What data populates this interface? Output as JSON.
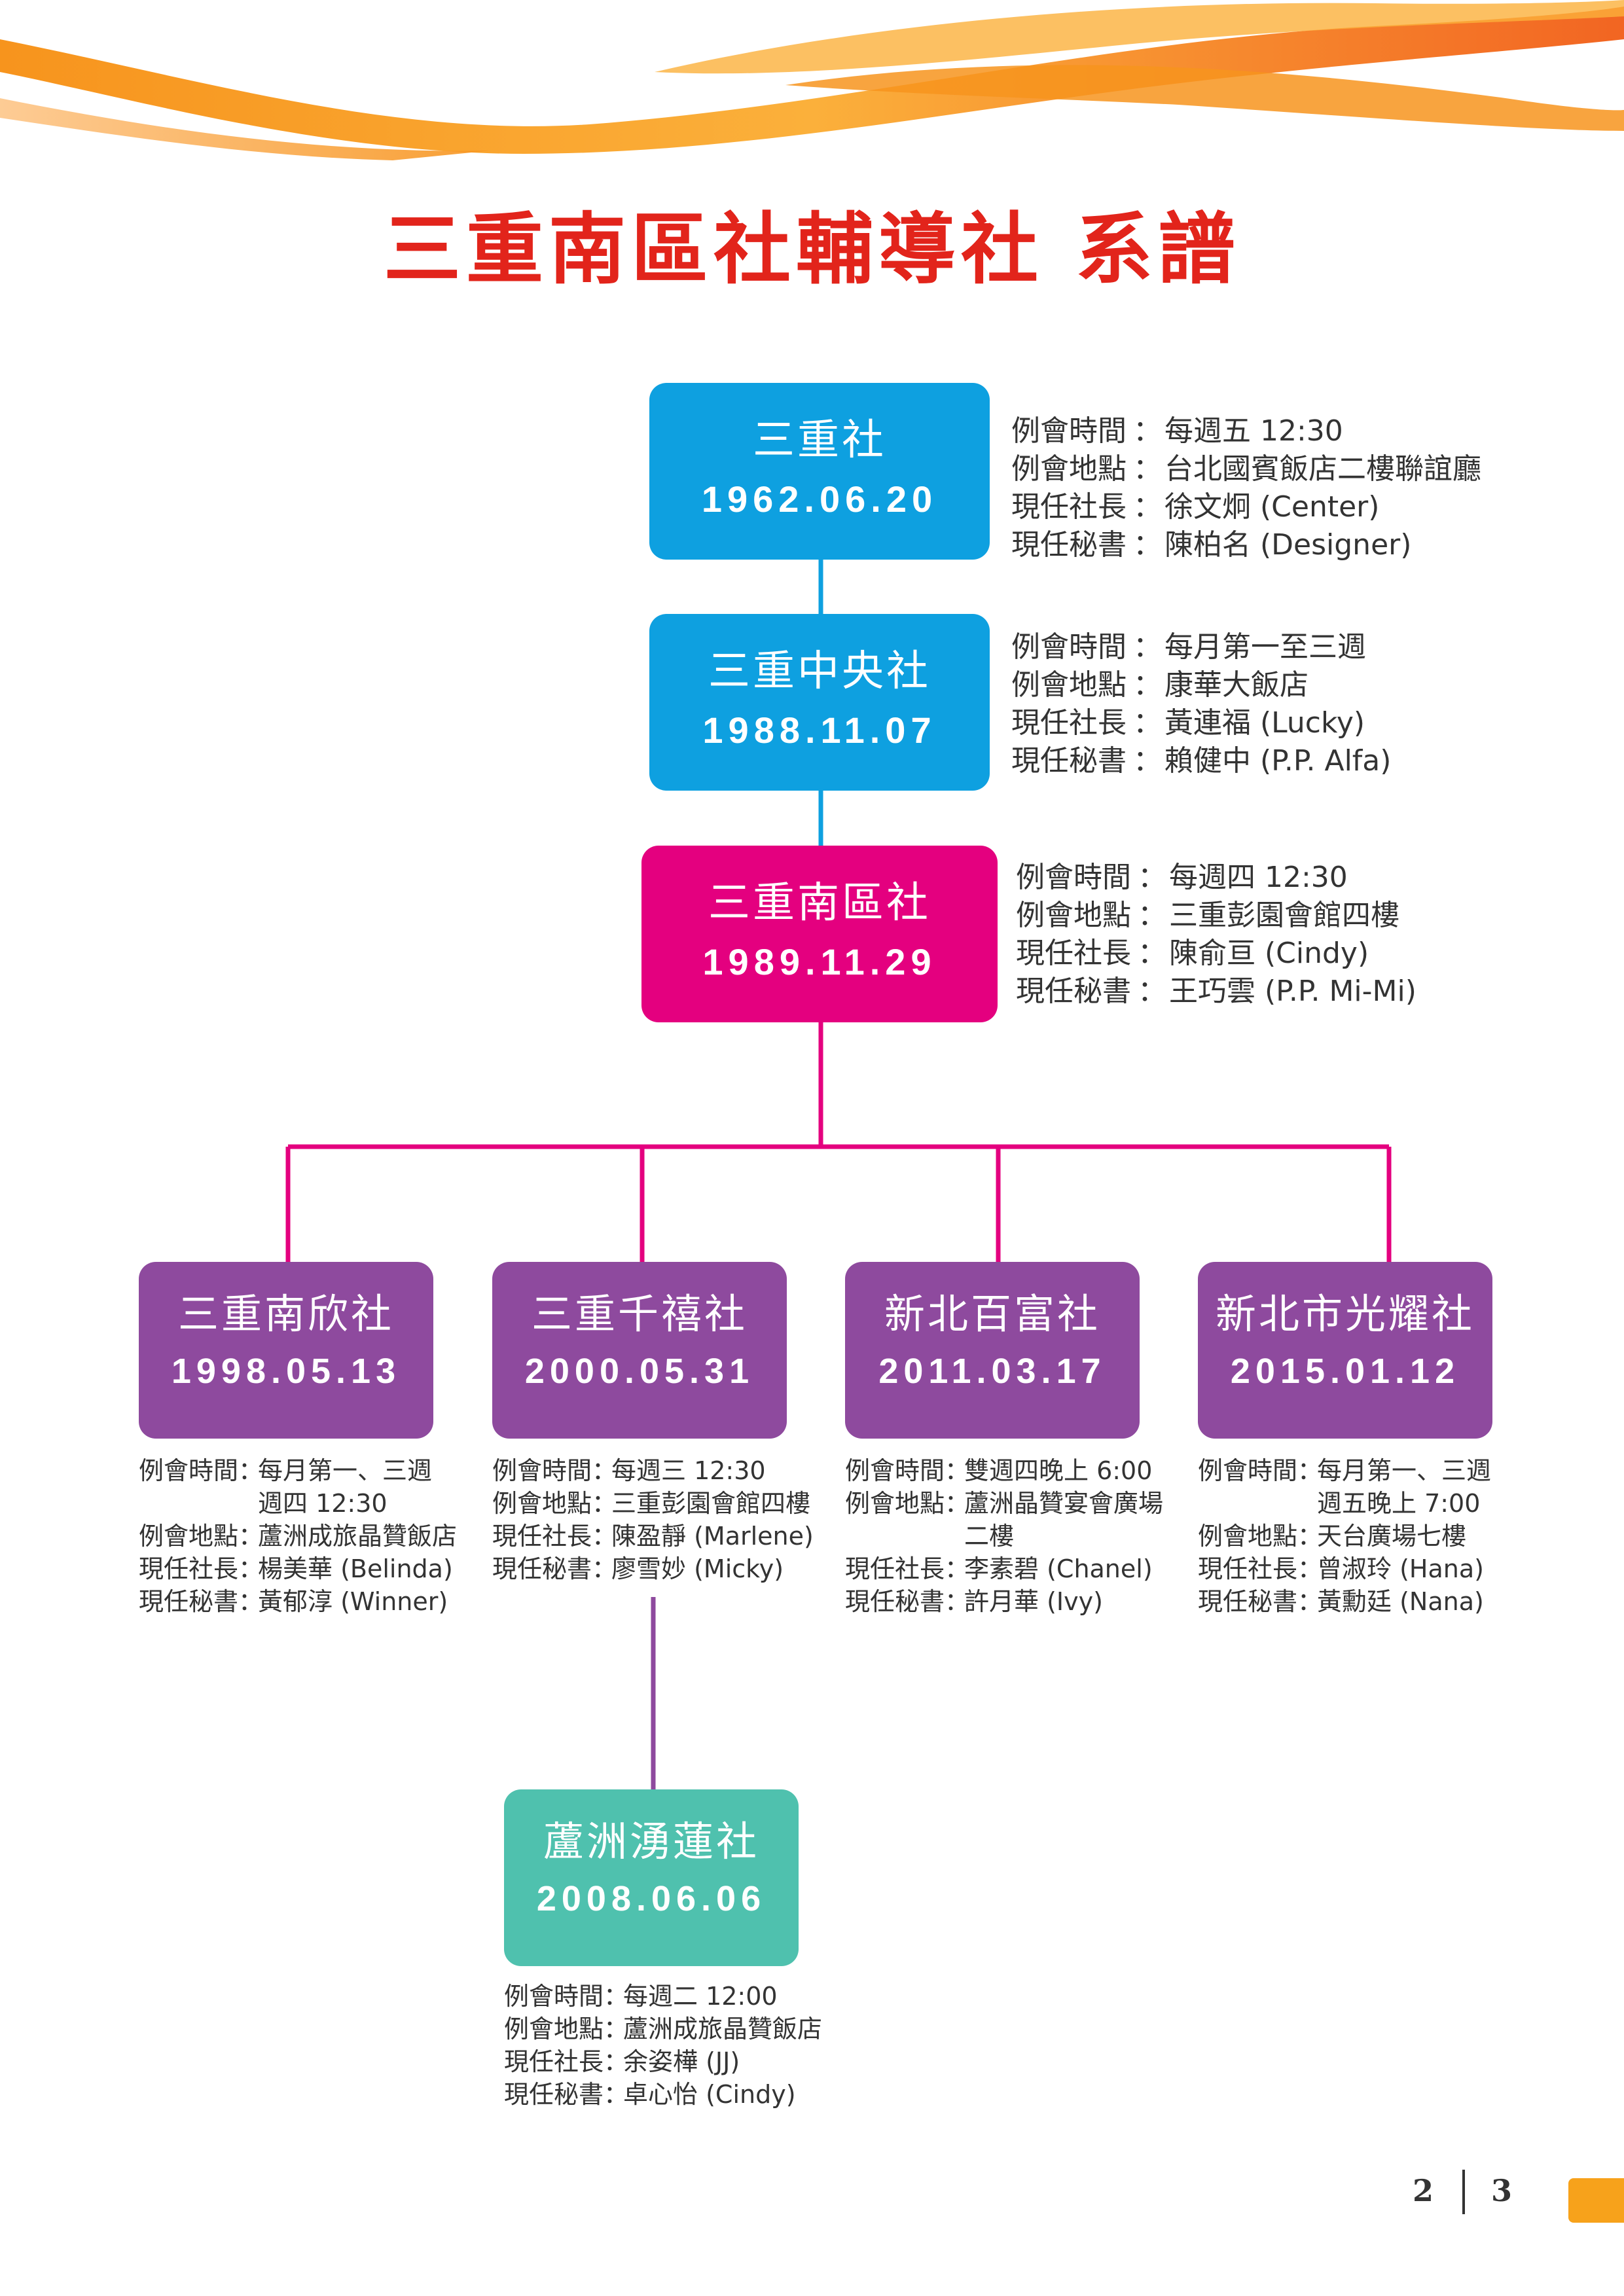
{
  "colors": {
    "title": "#e2241b",
    "root_nodes": "#0ea0e0",
    "current_club": "#e4007f",
    "sponsored_clubs": "#8e4a9e",
    "grandchild_club": "#4fc1ae",
    "wave_orange": "#f7941d"
  },
  "title": "三重南區社輔導社 系譜",
  "lineage": [
    {
      "name": "三重社",
      "date": "1962.06.20",
      "info": [
        {
          "label": "例會時間",
          "value": "每週五 12:30"
        },
        {
          "label": "例會地點",
          "value": "台北國賓飯店二樓聯誼廳"
        },
        {
          "label": "現任社長",
          "value": "徐文炯 (Center)"
        },
        {
          "label": "現任秘書",
          "value": "陳柏名 (Designer)"
        }
      ]
    },
    {
      "name": "三重中央社",
      "date": "1988.11.07",
      "info": [
        {
          "label": "例會時間",
          "value": "每月第一至三週"
        },
        {
          "label": "例會地點",
          "value": "康華大飯店"
        },
        {
          "label": "現任社長",
          "value": "黃連福 (Lucky)"
        },
        {
          "label": "現任秘書",
          "value": "賴健中 (P.P. Alfa)"
        }
      ]
    },
    {
      "name": "三重南區社",
      "date": "1989.11.29",
      "info": [
        {
          "label": "例會時間",
          "value": "每週四 12:30"
        },
        {
          "label": "例會地點",
          "value": "三重彭園會館四樓"
        },
        {
          "label": "現任社長",
          "value": "陳俞亘 (Cindy)"
        },
        {
          "label": "現任秘書",
          "value": "王巧雲 (P.P. Mi-Mi)"
        }
      ]
    }
  ],
  "children": [
    {
      "name": "三重南欣社",
      "date": "1998.05.13",
      "info": [
        {
          "label": "例會時間",
          "value": "每月第一、三週",
          "cont": "週四 12:30"
        },
        {
          "label": "例會地點",
          "value": "蘆洲成旅晶贊飯店"
        },
        {
          "label": "現任社長",
          "value": "楊美華 (Belinda)"
        },
        {
          "label": "現任秘書",
          "value": "黃郁淳 (Winner)"
        }
      ]
    },
    {
      "name": "三重千禧社",
      "date": "2000.05.31",
      "info": [
        {
          "label": "例會時間",
          "value": "每週三 12:30"
        },
        {
          "label": "例會地點",
          "value": "三重彭園會館四樓"
        },
        {
          "label": "現任社長",
          "value": "陳盈靜 (Marlene)"
        },
        {
          "label": "現任秘書",
          "value": "廖雪妙 (Micky)"
        }
      ]
    },
    {
      "name": "新北百富社",
      "date": "2011.03.17",
      "info": [
        {
          "label": "例會時間",
          "value": "雙週四晚上 6:00"
        },
        {
          "label": "例會地點",
          "value": "蘆洲晶贊宴會廣場",
          "cont": "二樓"
        },
        {
          "label": "現任社長",
          "value": "李素碧 (Chanel)"
        },
        {
          "label": "現任秘書",
          "value": "許月華 (Ivy)"
        }
      ]
    },
    {
      "name": "新北市光耀社",
      "date": "2015.01.12",
      "info": [
        {
          "label": "例會時間",
          "value": "每月第一、三週",
          "cont": "週五晚上 7:00"
        },
        {
          "label": "例會地點",
          "value": "天台廣場七樓"
        },
        {
          "label": "現任社長",
          "value": "曾淑玲 (Hana)"
        },
        {
          "label": "現任秘書",
          "value": "黃勳廷 (Nana)"
        }
      ]
    }
  ],
  "grandchild": {
    "name": "蘆洲湧蓮社",
    "date": "2008.06.06",
    "info": [
      {
        "label": "例會時間",
        "value": "每週二 12:00"
      },
      {
        "label": "例會地點",
        "value": "蘆洲成旅晶贊飯店"
      },
      {
        "label": "現任社長",
        "value": "余姿樺 (JJ)"
      },
      {
        "label": "現任秘書",
        "value": "卓心怡 (Cindy)"
      }
    ]
  },
  "separator": "：",
  "page_numbers": {
    "left": "2",
    "right": "3"
  }
}
